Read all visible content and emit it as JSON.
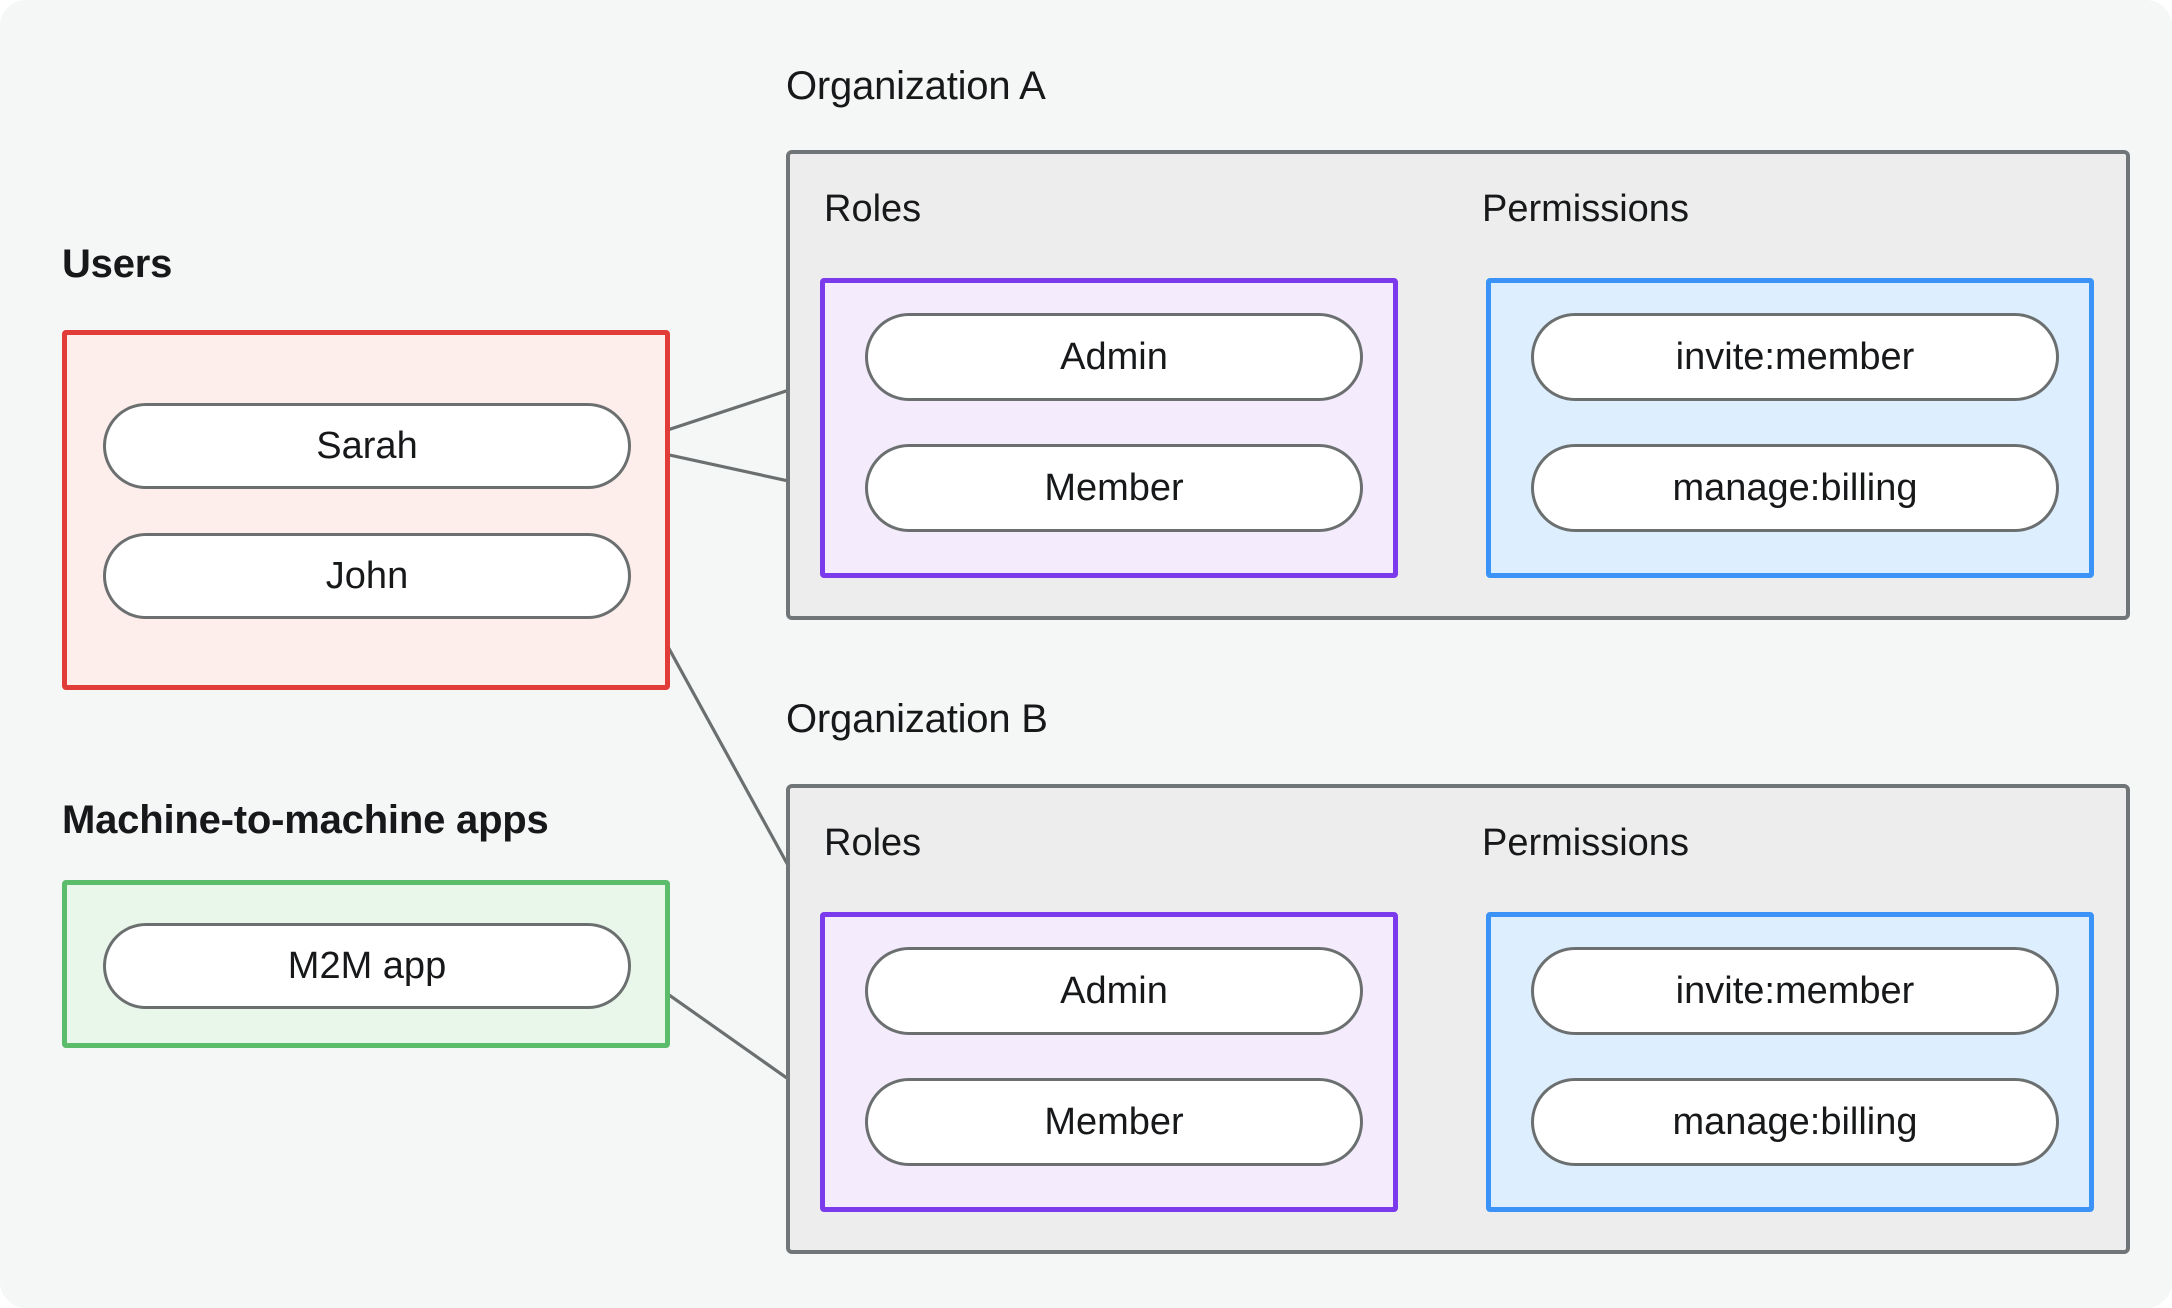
{
  "diagram": {
    "title_users": "Users",
    "title_m2m": "Machine-to-machine apps",
    "org_a_label": "Organization A",
    "org_b_label": "Organization B",
    "column_roles": "Roles",
    "column_permissions": "Permissions"
  },
  "colors": {
    "background": "#f4f7f6",
    "users_border": "#e23c38",
    "users_fill": "#fdeeec",
    "m2m_border": "#5bbd6c",
    "m2m_fill": "#e9f6ea",
    "org_border": "#707578",
    "org_fill": "#ededed",
    "roles_border": "#7c3aed",
    "roles_fill": "#f4ecfd",
    "perms_border": "#3b93f7",
    "perms_fill": "#ddeeff",
    "pill_border": "#6b6f70",
    "pill_fill": "#ffffff",
    "wire": "#6b6f70",
    "text": "#16181a"
  },
  "users": [
    {
      "id": "sarah",
      "label": "Sarah"
    },
    {
      "id": "john",
      "label": "John"
    }
  ],
  "m2m_apps": [
    {
      "id": "m2m-app",
      "label": "M2M app"
    }
  ],
  "organizations": [
    {
      "id": "org-a",
      "label": "Organization A",
      "roles_header": "Roles",
      "permissions_header": "Permissions",
      "roles": [
        {
          "id": "org-a-admin",
          "label": "Admin"
        },
        {
          "id": "org-a-member",
          "label": "Member"
        }
      ],
      "permissions": [
        {
          "id": "org-a-invite-member",
          "label": "invite:member"
        },
        {
          "id": "org-a-manage-billing",
          "label": "manage:billing"
        }
      ]
    },
    {
      "id": "org-b",
      "label": "Organization B",
      "roles_header": "Roles",
      "permissions_header": "Permissions",
      "roles": [
        {
          "id": "org-b-admin",
          "label": "Admin"
        },
        {
          "id": "org-b-member",
          "label": "Member"
        }
      ],
      "permissions": [
        {
          "id": "org-b-invite-member",
          "label": "invite:member"
        },
        {
          "id": "org-b-manage-billing",
          "label": "manage:billing"
        }
      ]
    }
  ],
  "connections": [
    {
      "from": "sarah",
      "to": "org-a-admin"
    },
    {
      "from": "sarah",
      "to": "org-a-member"
    },
    {
      "from": "john",
      "to": "org-b-admin"
    },
    {
      "from": "m2m-app",
      "to": "org-b-member"
    },
    {
      "from": "org-a-admin",
      "to": "org-a-invite-member"
    },
    {
      "from": "org-a-admin",
      "to": "org-a-manage-billing"
    },
    {
      "from": "org-a-member",
      "to": "org-a-manage-billing"
    },
    {
      "from": "org-b-admin",
      "to": "org-b-invite-member"
    },
    {
      "from": "org-b-admin",
      "to": "org-b-manage-billing"
    },
    {
      "from": "org-b-member",
      "to": "org-b-manage-billing"
    }
  ]
}
